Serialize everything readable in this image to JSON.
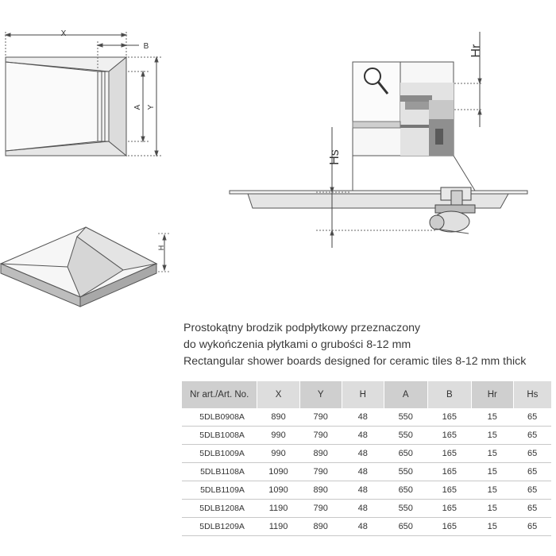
{
  "drawing": {
    "labels": {
      "x": "X",
      "b": "B",
      "a": "A",
      "y": "Y",
      "h": "H",
      "hr": "Hr",
      "hs": "Hs"
    }
  },
  "description": {
    "line1": "Prostokątny brodzik podpłytkowy przeznaczony",
    "line2": "do wykończenia płytkami o  grubości 8-12 mm",
    "line3": "Rectangular shower boards designed for ceramic tiles 8-12 mm thick"
  },
  "table": {
    "headers": [
      "Nr art./Art. No.",
      "X",
      "Y",
      "H",
      "A",
      "B",
      "Hr",
      "Hs"
    ],
    "rows": [
      [
        "5DLB0908A",
        "890",
        "790",
        "48",
        "550",
        "165",
        "15",
        "65"
      ],
      [
        "5DLB1008A",
        "990",
        "790",
        "48",
        "550",
        "165",
        "15",
        "65"
      ],
      [
        "5DLB1009A",
        "990",
        "890",
        "48",
        "650",
        "165",
        "15",
        "65"
      ],
      [
        "5DLB1108A",
        "1090",
        "790",
        "48",
        "550",
        "165",
        "15",
        "65"
      ],
      [
        "5DLB1109A",
        "1090",
        "890",
        "48",
        "650",
        "165",
        "15",
        "65"
      ],
      [
        "5DLB1208A",
        "1190",
        "790",
        "48",
        "550",
        "165",
        "15",
        "65"
      ],
      [
        "5DLB1209A",
        "1190",
        "890",
        "48",
        "650",
        "165",
        "15",
        "65"
      ]
    ]
  }
}
